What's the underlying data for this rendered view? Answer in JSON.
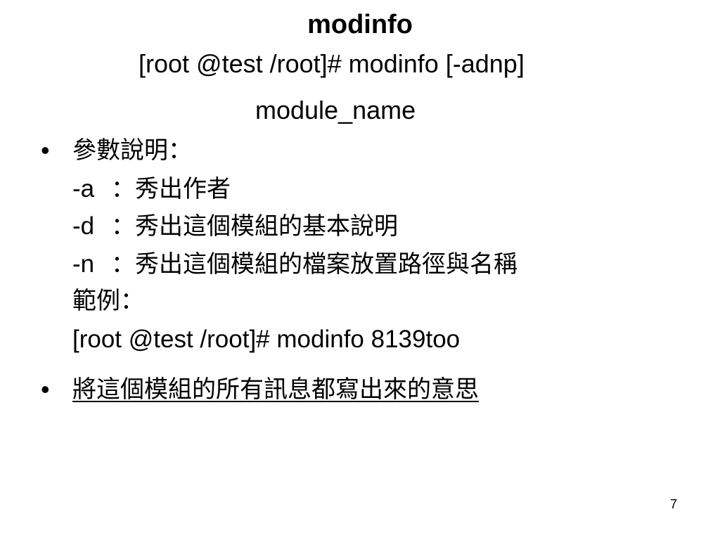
{
  "slide": {
    "title": "modinfo",
    "command": {
      "line1": "[root @test /root]# modinfo [-adnp]",
      "line2": "module_name"
    },
    "bullet_glyph": "•",
    "params": {
      "heading": "參數說明：",
      "options": [
        {
          "flag": "-a",
          "separator": "：",
          "description": "秀出作者"
        },
        {
          "flag": "-d",
          "separator": "：",
          "description": "秀出這個模組的基本說明"
        },
        {
          "flag": "-n",
          "separator": "：",
          "description": "秀出這個模組的檔案放置路徑與名稱"
        }
      ],
      "example_heading": "範例：",
      "example_command": "[root @test /root]# modinfo 8139too"
    },
    "note": "將這個模組的所有訊息都寫出來的意思",
    "page_number": "7"
  }
}
